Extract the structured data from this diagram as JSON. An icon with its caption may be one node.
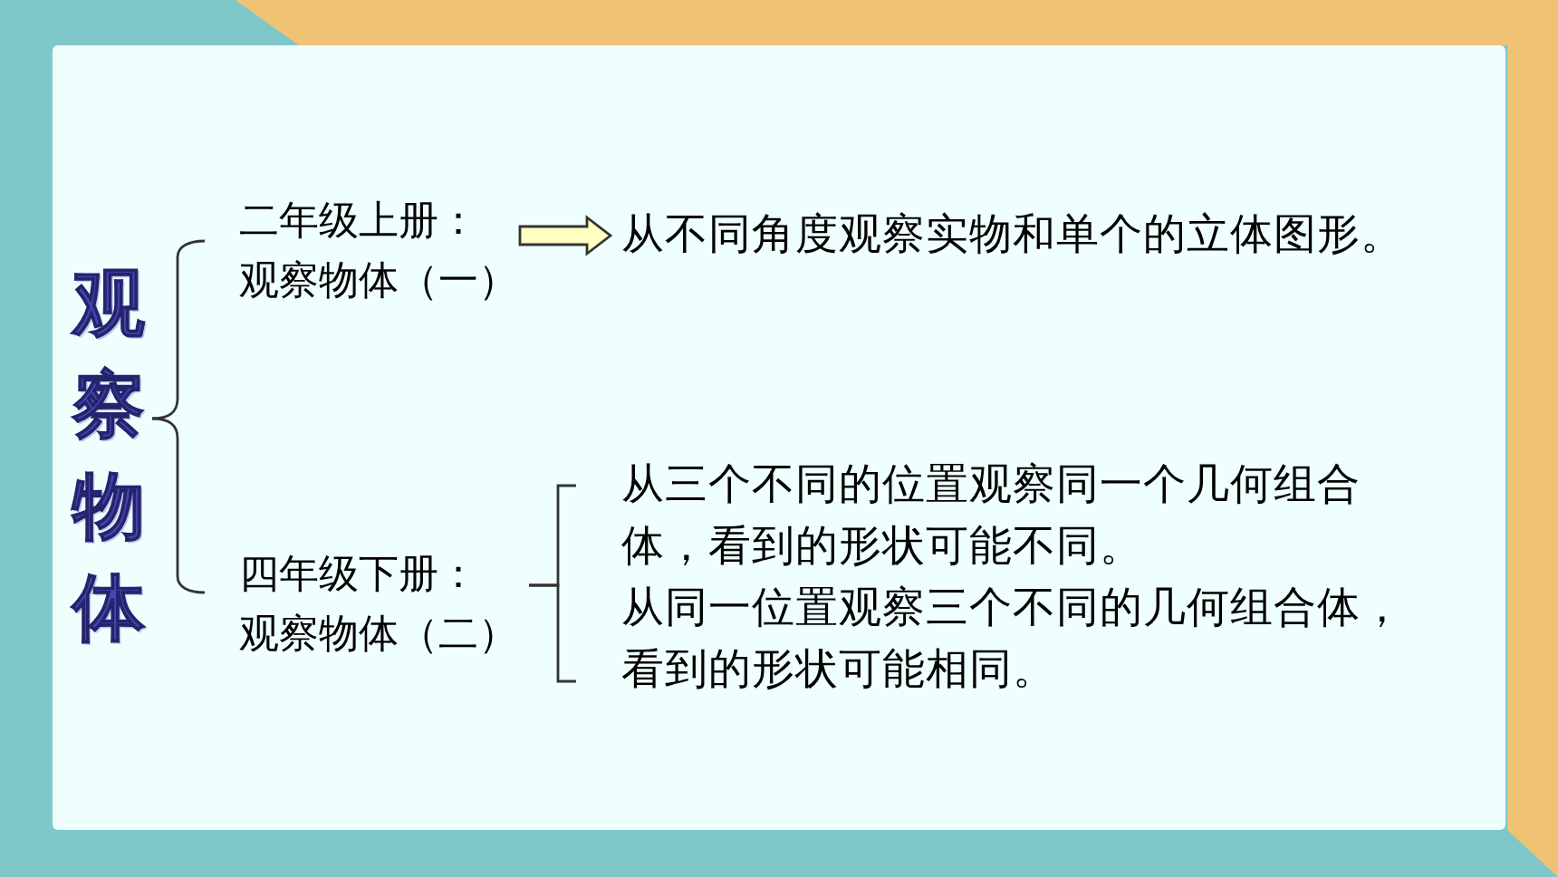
{
  "diagram": {
    "nodes": [
      {
        "text": [
          "观察物体"
        ]
      },
      {
        "text": [
          "二年级上册：",
          "观察物体（一）"
        ]
      },
      {
        "text": [
          "从不同角度观察实物和单个的立体图形。"
        ]
      },
      {
        "text": [
          "四年级下册：",
          "观察物体（二）"
        ]
      },
      {
        "text": [
          "从三个不同的位置观察同一个几何组合体，看到的形状可能不同。"
        ]
      },
      {
        "text": [
          "从同一位置观察三个不同的几何组合体，看到的形状可能相同。"
        ]
      }
    ],
    "edges": [
      {
        "from": 0,
        "to": 1,
        "arrow": "none"
      },
      {
        "from": 0,
        "to": 3,
        "arrow": "none"
      },
      {
        "from": 1,
        "to": 2,
        "arrow": "to"
      },
      {
        "from": 3,
        "to": 4,
        "arrow": "none"
      },
      {
        "from": 3,
        "to": 5,
        "arrow": "none"
      }
    ]
  }
}
